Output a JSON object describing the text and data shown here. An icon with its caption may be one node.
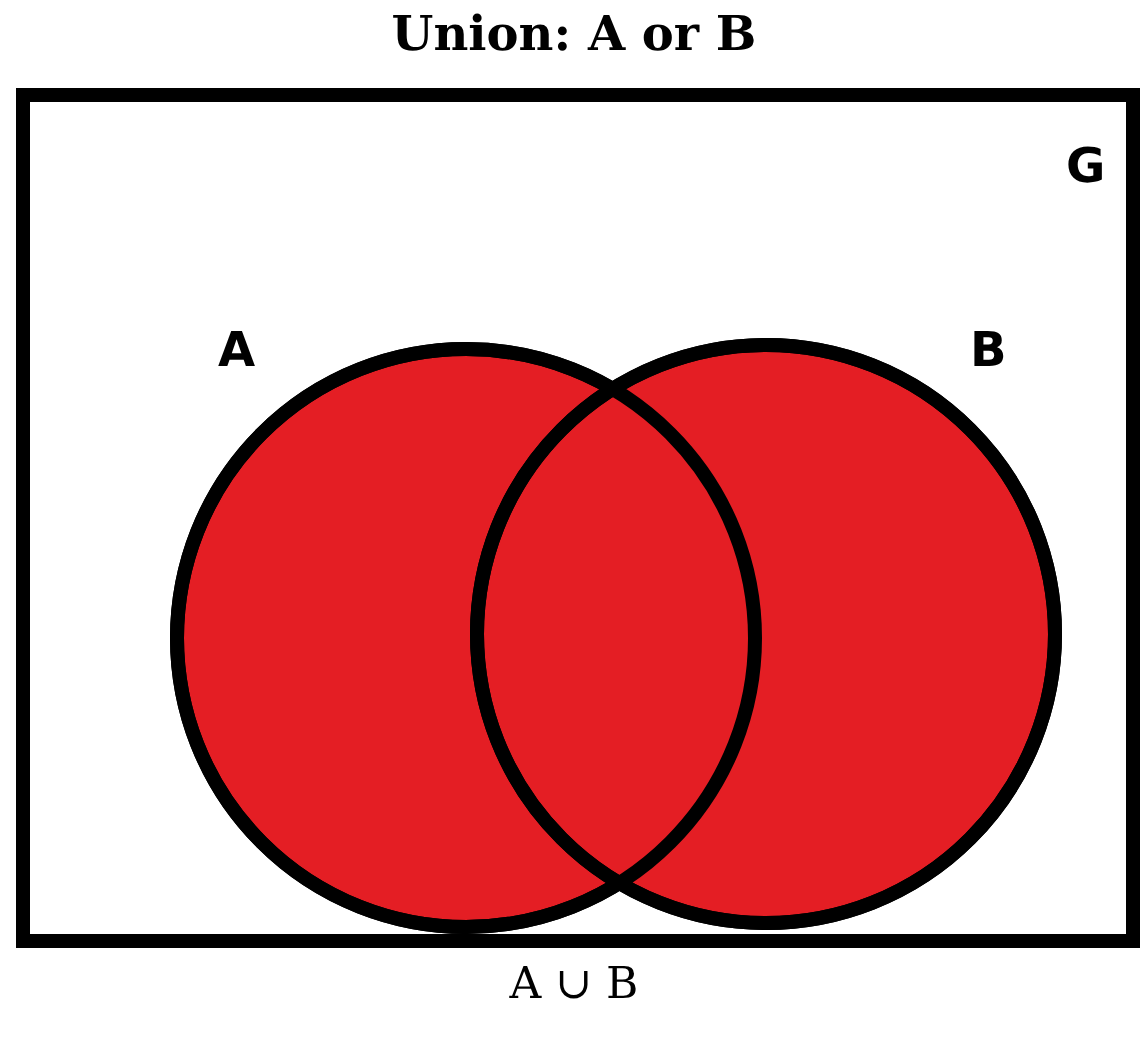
{
  "diagram": {
    "title": "Union: A or B",
    "caption": "A ∪ B",
    "nodes": [
      {
        "text": [
          "G"
        ]
      },
      {
        "text": [
          "A"
        ],
        "in": 0
      },
      {
        "text": [
          "B"
        ],
        "in": 0
      }
    ],
    "edges": []
  }
}
